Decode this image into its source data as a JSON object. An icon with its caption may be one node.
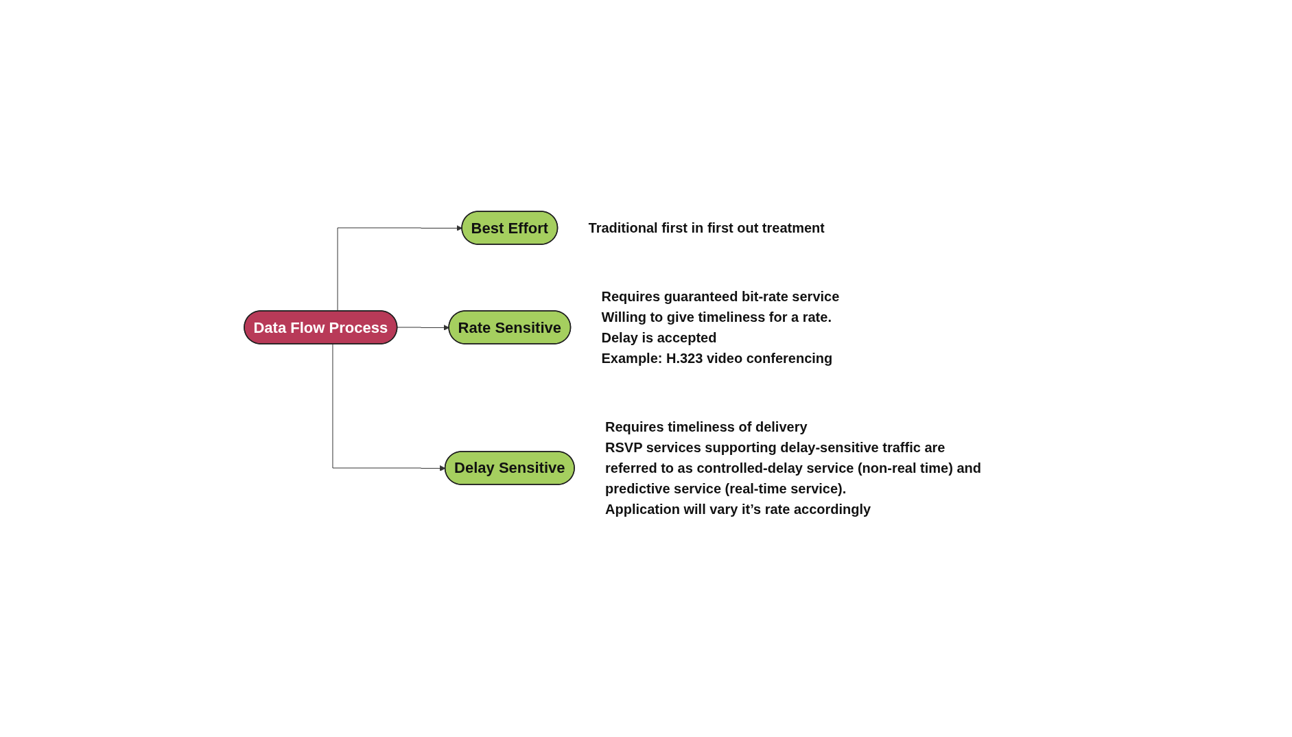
{
  "diagram": {
    "nodes": [
      {
        "text": [
          "Data Flow Process"
        ]
      },
      {
        "text": [
          "Best Effort"
        ],
        "beside": [
          "Traditional first in first out treatment"
        ]
      },
      {
        "text": [
          "Rate Sensitive"
        ],
        "beside": [
          "Requires guaranteed bit-rate service",
          "Willing to give timeliness for a rate.",
          "Delay is accepted",
          "Example: H.323 video conferencing"
        ]
      },
      {
        "text": [
          "Delay Sensitive"
        ],
        "beside": [
          "Requires timeliness of delivery",
          "RSVP services supporting delay-sensitive traffic are referred to as controlled-delay service (non-real time) and predictive service (real-time service).",
          "Application will vary it’s rate accordingly"
        ]
      }
    ],
    "edges": [
      {
        "from": 0,
        "to": 1,
        "arrow": "to"
      },
      {
        "from": 0,
        "to": 2,
        "arrow": "to"
      },
      {
        "from": 0,
        "to": 3,
        "arrow": "to"
      }
    ]
  }
}
